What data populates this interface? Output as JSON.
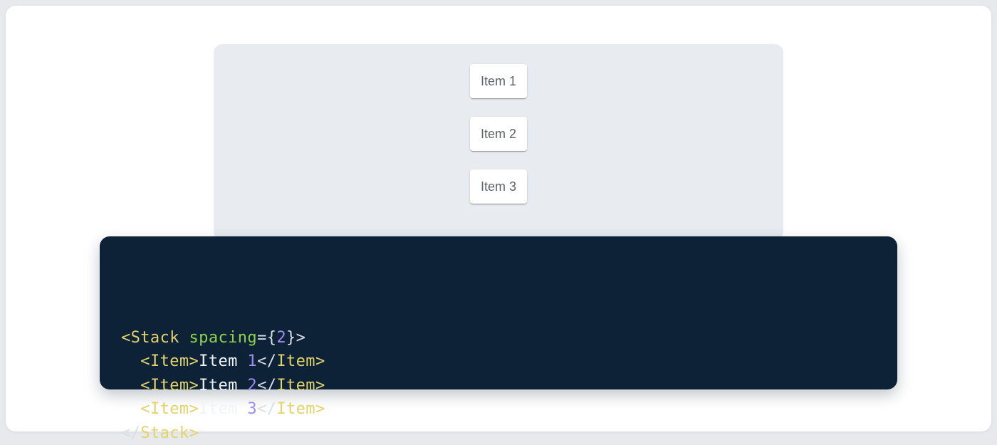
{
  "page": {
    "bg_color": "#e7e9ec",
    "card_color": "#ffffff"
  },
  "demo": {
    "panel_color": "#e8ebf0",
    "item_text_color": "#5f6368",
    "items": [
      {
        "label": "Item 1"
      },
      {
        "label": "Item 2"
      },
      {
        "label": "Item 3"
      }
    ]
  },
  "code": {
    "bg_color": "#0d2236",
    "token_colors": {
      "tag": "#e2d36b",
      "attr": "#8fd04d",
      "num": "#9e8cf2",
      "punct": "#d9dfe7",
      "plain": "#f1f4f7"
    },
    "lines": [
      {
        "tokens": [
          {
            "text": "<Stack ",
            "type": "tag"
          },
          {
            "text": "spacing",
            "type": "attr"
          },
          {
            "text": "={",
            "type": "punct"
          },
          {
            "text": "2",
            "type": "num"
          },
          {
            "text": "}>",
            "type": "punct"
          }
        ]
      },
      {
        "tokens": [
          {
            "text": "  ",
            "type": "plain"
          },
          {
            "text": "<Item>",
            "type": "tag"
          },
          {
            "text": "Item ",
            "type": "plain"
          },
          {
            "text": "1",
            "type": "num"
          },
          {
            "text": "</",
            "type": "punct"
          },
          {
            "text": "Item>",
            "type": "tag"
          }
        ]
      },
      {
        "tokens": [
          {
            "text": "  ",
            "type": "plain"
          },
          {
            "text": "<Item>",
            "type": "tag"
          },
          {
            "text": "Item ",
            "type": "plain"
          },
          {
            "text": "2",
            "type": "num"
          },
          {
            "text": "</",
            "type": "punct"
          },
          {
            "text": "Item>",
            "type": "tag"
          }
        ]
      },
      {
        "tokens": [
          {
            "text": "  ",
            "type": "plain"
          },
          {
            "text": "<Item>",
            "type": "tag"
          },
          {
            "text": "Item ",
            "type": "plain"
          },
          {
            "text": "3",
            "type": "num"
          },
          {
            "text": "</",
            "type": "punct"
          },
          {
            "text": "Item>",
            "type": "tag"
          }
        ]
      },
      {
        "tokens": [
          {
            "text": "</",
            "type": "punct"
          },
          {
            "text": "Stack>",
            "type": "tag"
          }
        ]
      }
    ]
  }
}
